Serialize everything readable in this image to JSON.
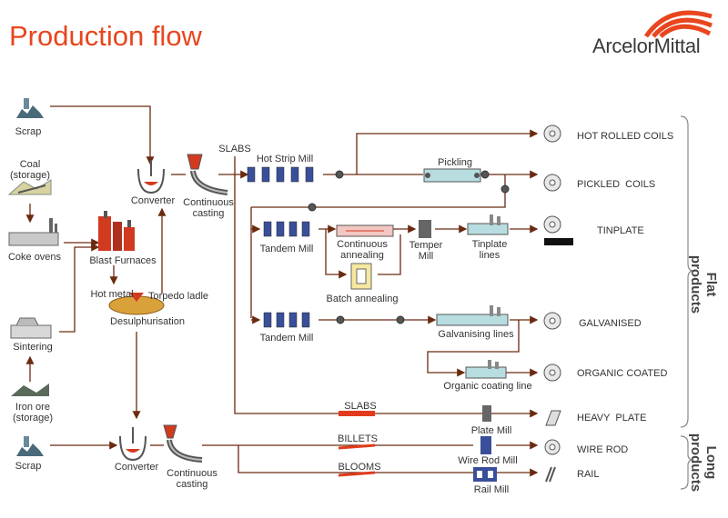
{
  "header": {
    "title": "Production flow",
    "brand": "ArcelorMittal"
  },
  "inputs": {
    "scrap_top": "Scrap",
    "coal": "Coal\n(storage)",
    "coke_ovens": "Coke ovens",
    "sintering": "Sintering",
    "iron_ore": "Iron ore\n(storage)",
    "scrap_bottom": "Scrap"
  },
  "process": {
    "blast_furnaces": "Blast Furnaces",
    "hot_metal": "Hot metal",
    "torpedo_ladle": "Torpedo ladle",
    "desulphurisation": "Desulphurisation",
    "converter_top": "Converter",
    "continuous_casting_top": "Continuous\ncasting",
    "slabs_top": "SLABS",
    "hot_strip_mill": "Hot Strip Mill",
    "pickling": "Pickling",
    "tandem_mill_1": "Tandem Mill",
    "continuous_annealing": "Continuous\nannealing",
    "batch_annealing": "Batch annealing",
    "temper_mill": "Temper\nMill",
    "tinplate_lines": "Tinplate\nlines",
    "tandem_mill_2": "Tandem Mill",
    "galvanising_lines": "Galvanising lines",
    "organic_coating_line": "Organic coating line",
    "slabs_bottom": "SLABS",
    "plate_mill": "Plate Mill",
    "converter_bottom": "Converter",
    "continuous_casting_bottom": "Continuous\ncasting",
    "billets": "BILLETS",
    "wire_rod_mill": "Wire Rod Mill",
    "blooms": "BLOOMS",
    "rail_mill": "Rail Mill"
  },
  "products": {
    "hot_rolled_coils": "HOT ROLLED COILS",
    "pickled_coils": "PICKLED  COILS",
    "tinplate": "TINPLATE",
    "galvanised": "GALVANISED",
    "organic_coated": "ORGANIC COATED",
    "heavy_plate": "HEAVY  PLATE",
    "wire_rod": "WIRE ROD",
    "rail": "RAIL"
  },
  "groups": {
    "flat": "Flat\nproducts",
    "long": "Long\nproducts"
  },
  "colors": {
    "title": "#e8461e",
    "flow_line": "#6b2a10",
    "accent_red": "#e23b1c",
    "equipment_blue": "#3a4f9a",
    "brand_orange": "#e8461e"
  }
}
